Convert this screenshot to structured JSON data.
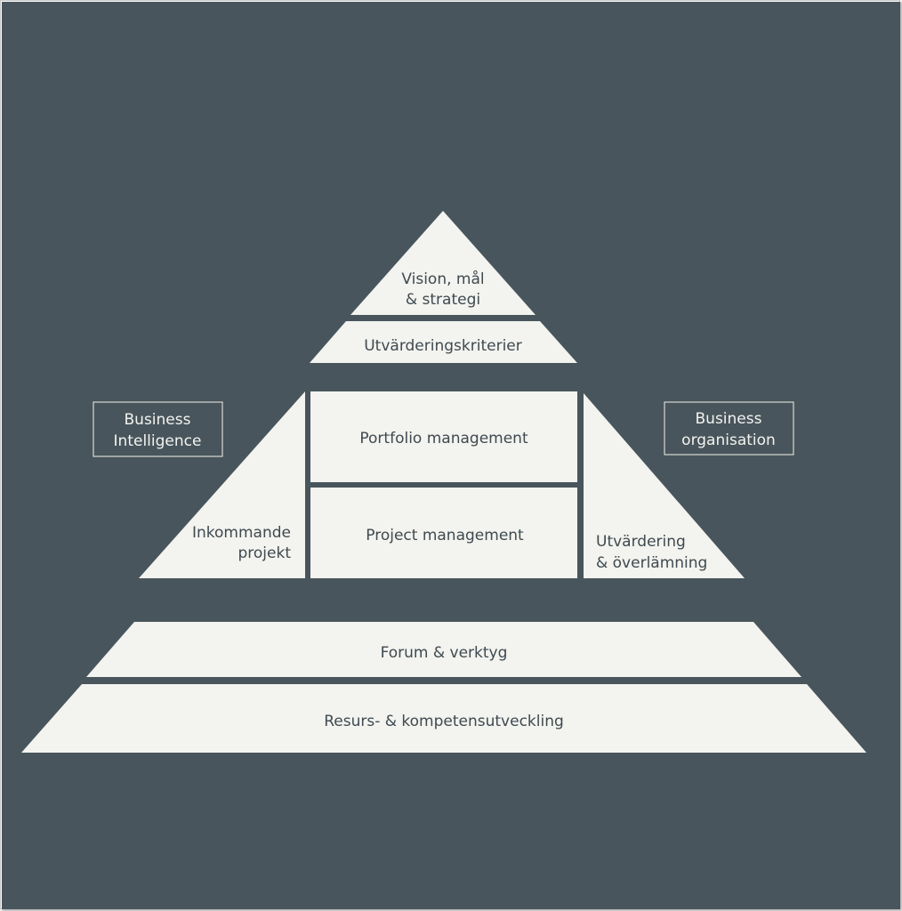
{
  "colors": {
    "background": "#48555c",
    "shape_fill": "#f3f3ef",
    "shape_text": "#3f4a50",
    "box_border": "#d9d9d3",
    "box_text": "#f3f3ef"
  },
  "layers": {
    "apex": {
      "line1": "Vision, mål",
      "line2": "& strategi"
    },
    "criteria": "Utvärderingskriterier",
    "portfolio": "Portfolio management",
    "project": "Project management",
    "incoming": {
      "line1": "Inkommande",
      "line2": "projekt"
    },
    "evaluation": {
      "line1": "Utvärdering",
      "line2": "& överlämning"
    },
    "forum": "Forum & verktyg",
    "resource": "Resurs- & kompetensutveckling"
  },
  "side_boxes": {
    "left": {
      "line1": "Business",
      "line2": "Intelligence"
    },
    "right": {
      "line1": "Business",
      "line2": "organisation"
    }
  }
}
